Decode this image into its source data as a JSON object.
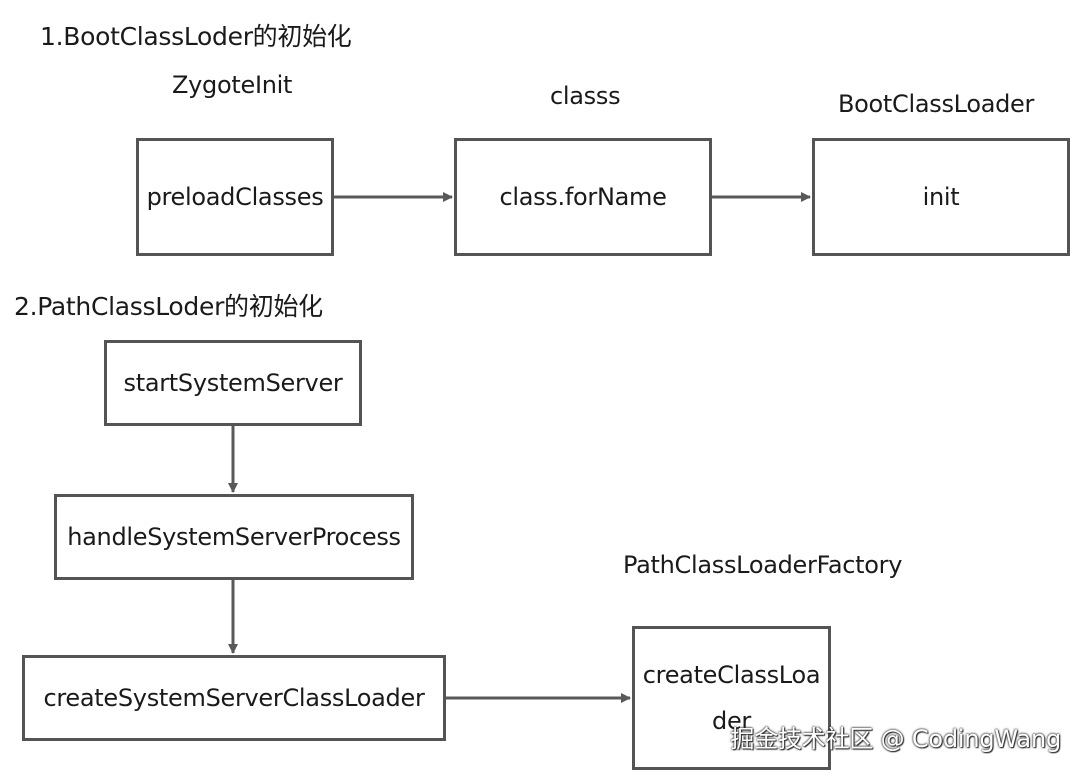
{
  "section1": {
    "heading": "1.BootClassLoder的初始化",
    "label_zygote": "ZygoteInit",
    "label_class": "classs",
    "label_boot": "BootClassLoader",
    "box_preload": "preloadClasses",
    "box_forname": "class.forName",
    "box_init": "init"
  },
  "section2": {
    "heading": "2.PathClassLoder的初始化",
    "label_factory": "PathClassLoaderFactory",
    "box_start": "startSystemServer",
    "box_handle": "handleSystemServerProcess",
    "box_create_server_loader": "createSystemServerClassLoader",
    "box_create_loader": "createClassLoader"
  },
  "watermark": "掘金技术社区 @ CodingWang",
  "colors": {
    "box_border": "#545454",
    "arrow": "#595959",
    "text": "#1a1a1a"
  }
}
